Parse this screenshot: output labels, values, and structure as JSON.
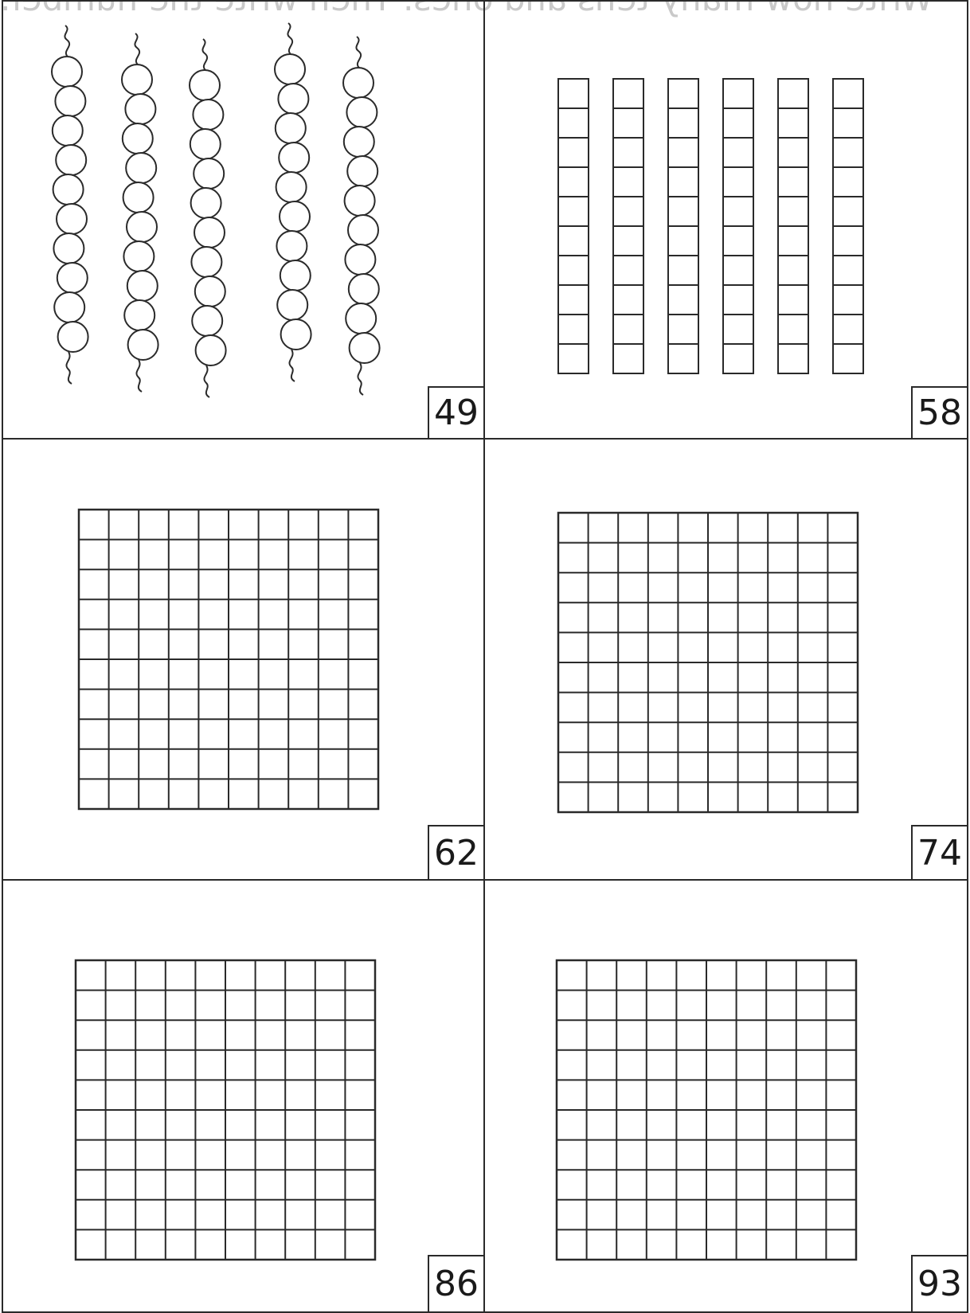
{
  "ghost_instruction": "Write how many tens and ones. Then write the number.",
  "cards": [
    {
      "id": "card-1",
      "model": "bead-strings",
      "number_label": "49"
    },
    {
      "id": "card-2",
      "model": "ten-rods",
      "number_label": "58"
    },
    {
      "id": "card-3",
      "model": "hundred-square",
      "number_label": "62"
    },
    {
      "id": "card-4",
      "model": "hundred-square",
      "number_label": "74"
    },
    {
      "id": "card-5",
      "model": "hundred-square",
      "number_label": "86"
    },
    {
      "id": "card-6",
      "model": "hundred-square",
      "number_label": "93"
    }
  ],
  "colors": {
    "ink": "#2a2a2a",
    "ghost": "#c9c9c9",
    "paper": "#ffffff"
  }
}
